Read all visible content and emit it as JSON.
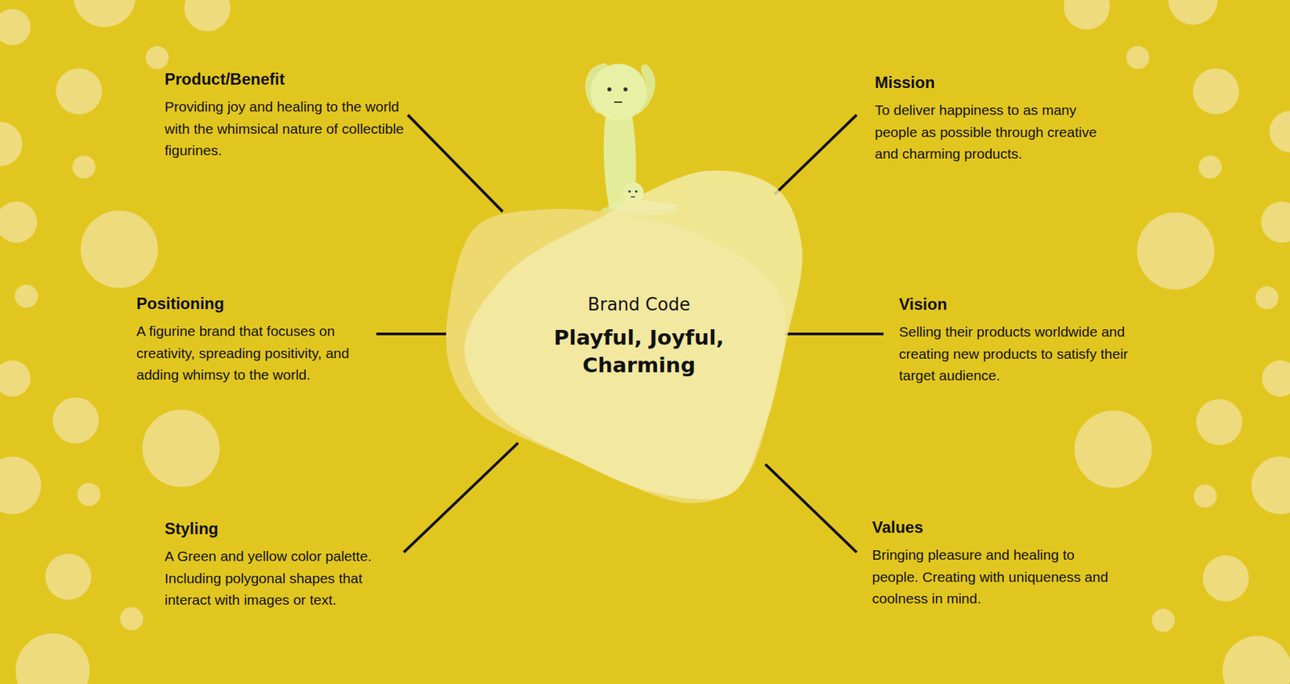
{
  "diagram": {
    "nodes": [
      {
        "text": [
          "Product/Benefit",
          "Providing joy and healing to the world with the whimsical nature of collectible figurines."
        ]
      },
      {
        "text": [
          "Mission",
          "To deliver happiness to as many people as possible through creative and charming products."
        ]
      },
      {
        "text": [
          "Positioning",
          "A figurine brand that focuses on creativity, spreading positivity, and adding whimsy to the world."
        ]
      },
      {
        "text": [
          "Brand Code",
          "Playful, Joyful, Charming"
        ]
      },
      {
        "text": [
          "Vision",
          "Selling their products worldwide and creating new products to satisfy their target audience."
        ]
      },
      {
        "text": [
          "Styling",
          "A Green and yellow color palette. Including polygonal shapes that interact with images or text."
        ]
      },
      {
        "text": [
          "Values",
          "Bringing pleasure and healing to people. Creating with uniqueness and coolness in mind."
        ]
      }
    ],
    "edges": [
      {
        "from": 3,
        "to": 0,
        "arrow": "none"
      },
      {
        "from": 3,
        "to": 1,
        "arrow": "none"
      },
      {
        "from": 3,
        "to": 2,
        "arrow": "none"
      },
      {
        "from": 3,
        "to": 4,
        "arrow": "none"
      },
      {
        "from": 3,
        "to": 5,
        "arrow": "none"
      },
      {
        "from": 3,
        "to": 6,
        "arrow": "none"
      }
    ]
  }
}
